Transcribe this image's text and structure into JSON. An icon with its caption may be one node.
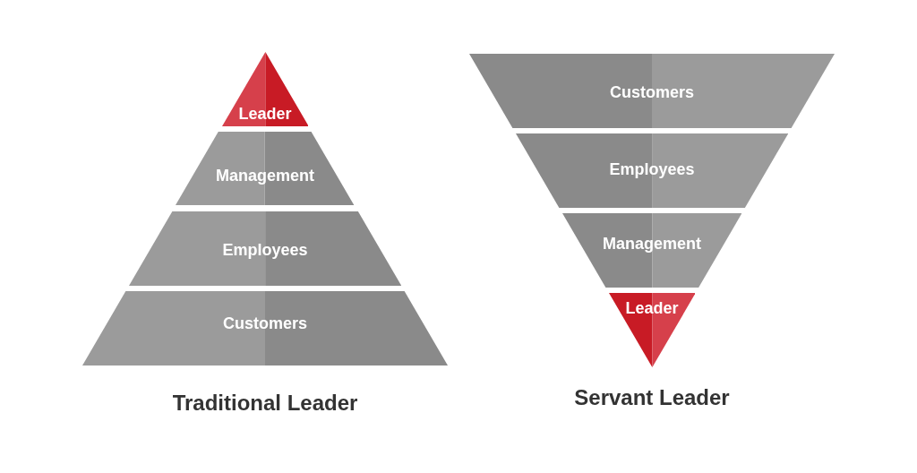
{
  "diagram": {
    "nodes": [
      {
        "text": [
          "Leader"
        ]
      },
      {
        "text": [
          "Management"
        ]
      },
      {
        "text": [
          "Employees"
        ]
      },
      {
        "text": [
          "Customers"
        ]
      },
      {
        "text": [
          "Customers"
        ]
      },
      {
        "text": [
          "Employees"
        ]
      },
      {
        "text": [
          "Management"
        ]
      },
      {
        "text": [
          "Leader"
        ]
      }
    ],
    "labels": [
      "Traditional Leader",
      "Servant Leader"
    ]
  }
}
